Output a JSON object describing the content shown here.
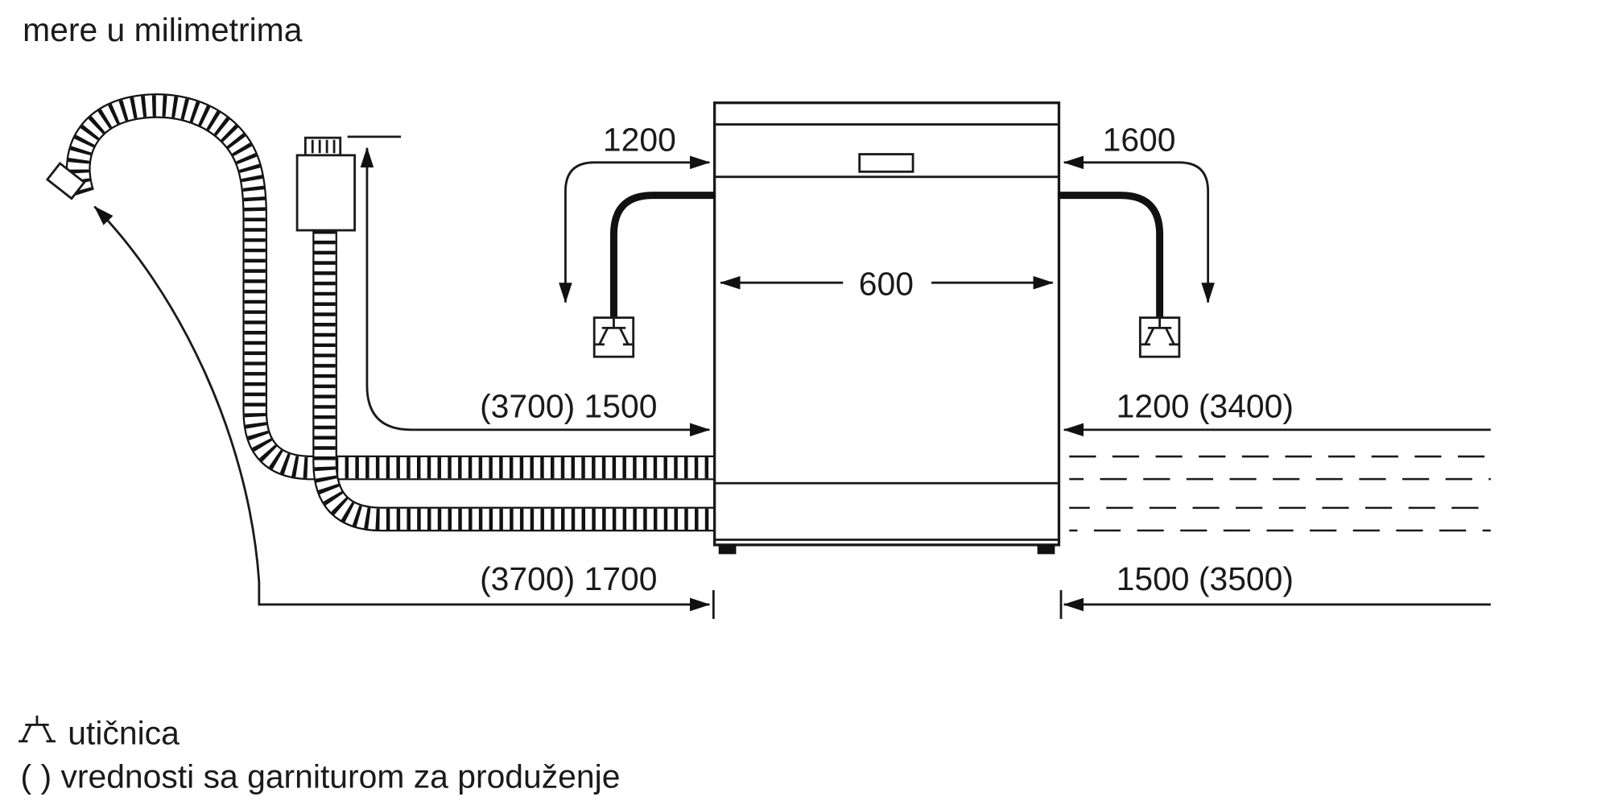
{
  "title": "mere u milimetrima",
  "dimensions": {
    "cord_left": "1200",
    "cord_right": "1600",
    "appliance_width": "600",
    "supply_hose": "(3700) 1500",
    "drain_hose": "(3700) 1700",
    "right_upper": "1200 (3400)",
    "right_lower": "1500 (3500)"
  },
  "legend": {
    "socket_label": "utičnica",
    "note": "( ) vrednosti sa garniturom za produženje"
  },
  "colors": {
    "line": "#1a1a1a",
    "background": "#ffffff"
  }
}
